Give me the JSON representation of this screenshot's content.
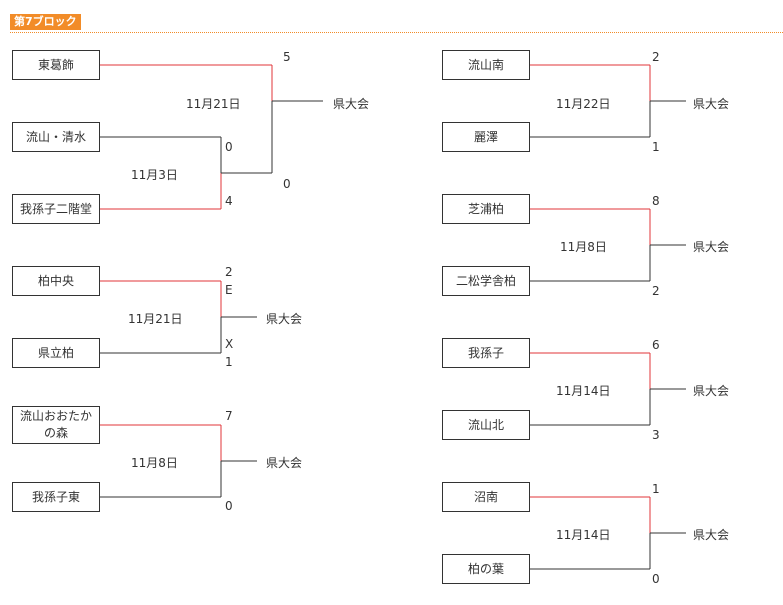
{
  "block_title": "第7ブロック",
  "colors": {
    "winner_line": "#e0343a",
    "line": "#333333",
    "accent": "#f28c28"
  },
  "matches": [
    {
      "id": "a1",
      "team_top": "流山・清水",
      "team_bottom": "我孫子二階堂",
      "score_top": "0",
      "score_bottom": "4",
      "date": "11月3日",
      "winner": "bottom"
    },
    {
      "id": "a2",
      "team_top": "東葛飾",
      "score_top": "5",
      "score_bottom": "0",
      "date": "11月21日",
      "winner": "top",
      "destination": "県大会"
    },
    {
      "id": "b",
      "team_top": "柏中央",
      "team_bottom": "県立柏",
      "score_top_lines": [
        "2",
        "E"
      ],
      "score_bottom_lines": [
        "X",
        "1"
      ],
      "date": "11月21日",
      "winner": "top",
      "destination": "県大会"
    },
    {
      "id": "c",
      "team_top": "流山おおたかの森",
      "team_bottom": "我孫子東",
      "score_top": "7",
      "score_bottom": "0",
      "date": "11月8日",
      "winner": "top",
      "destination": "県大会"
    },
    {
      "id": "d",
      "team_top": "流山南",
      "team_bottom": "麗澤",
      "score_top": "2",
      "score_bottom": "1",
      "date": "11月22日",
      "winner": "top",
      "destination": "県大会"
    },
    {
      "id": "e",
      "team_top": "芝浦柏",
      "team_bottom": "二松学舎柏",
      "score_top": "8",
      "score_bottom": "2",
      "date": "11月8日",
      "winner": "top",
      "destination": "県大会"
    },
    {
      "id": "f",
      "team_top": "我孫子",
      "team_bottom": "流山北",
      "score_top": "6",
      "score_bottom": "3",
      "date": "11月14日",
      "winner": "top",
      "destination": "県大会"
    },
    {
      "id": "g",
      "team_top": "沼南",
      "team_bottom": "柏の葉",
      "score_top": "1",
      "score_bottom": "0",
      "date": "11月14日",
      "winner": "top",
      "destination": "県大会"
    }
  ]
}
